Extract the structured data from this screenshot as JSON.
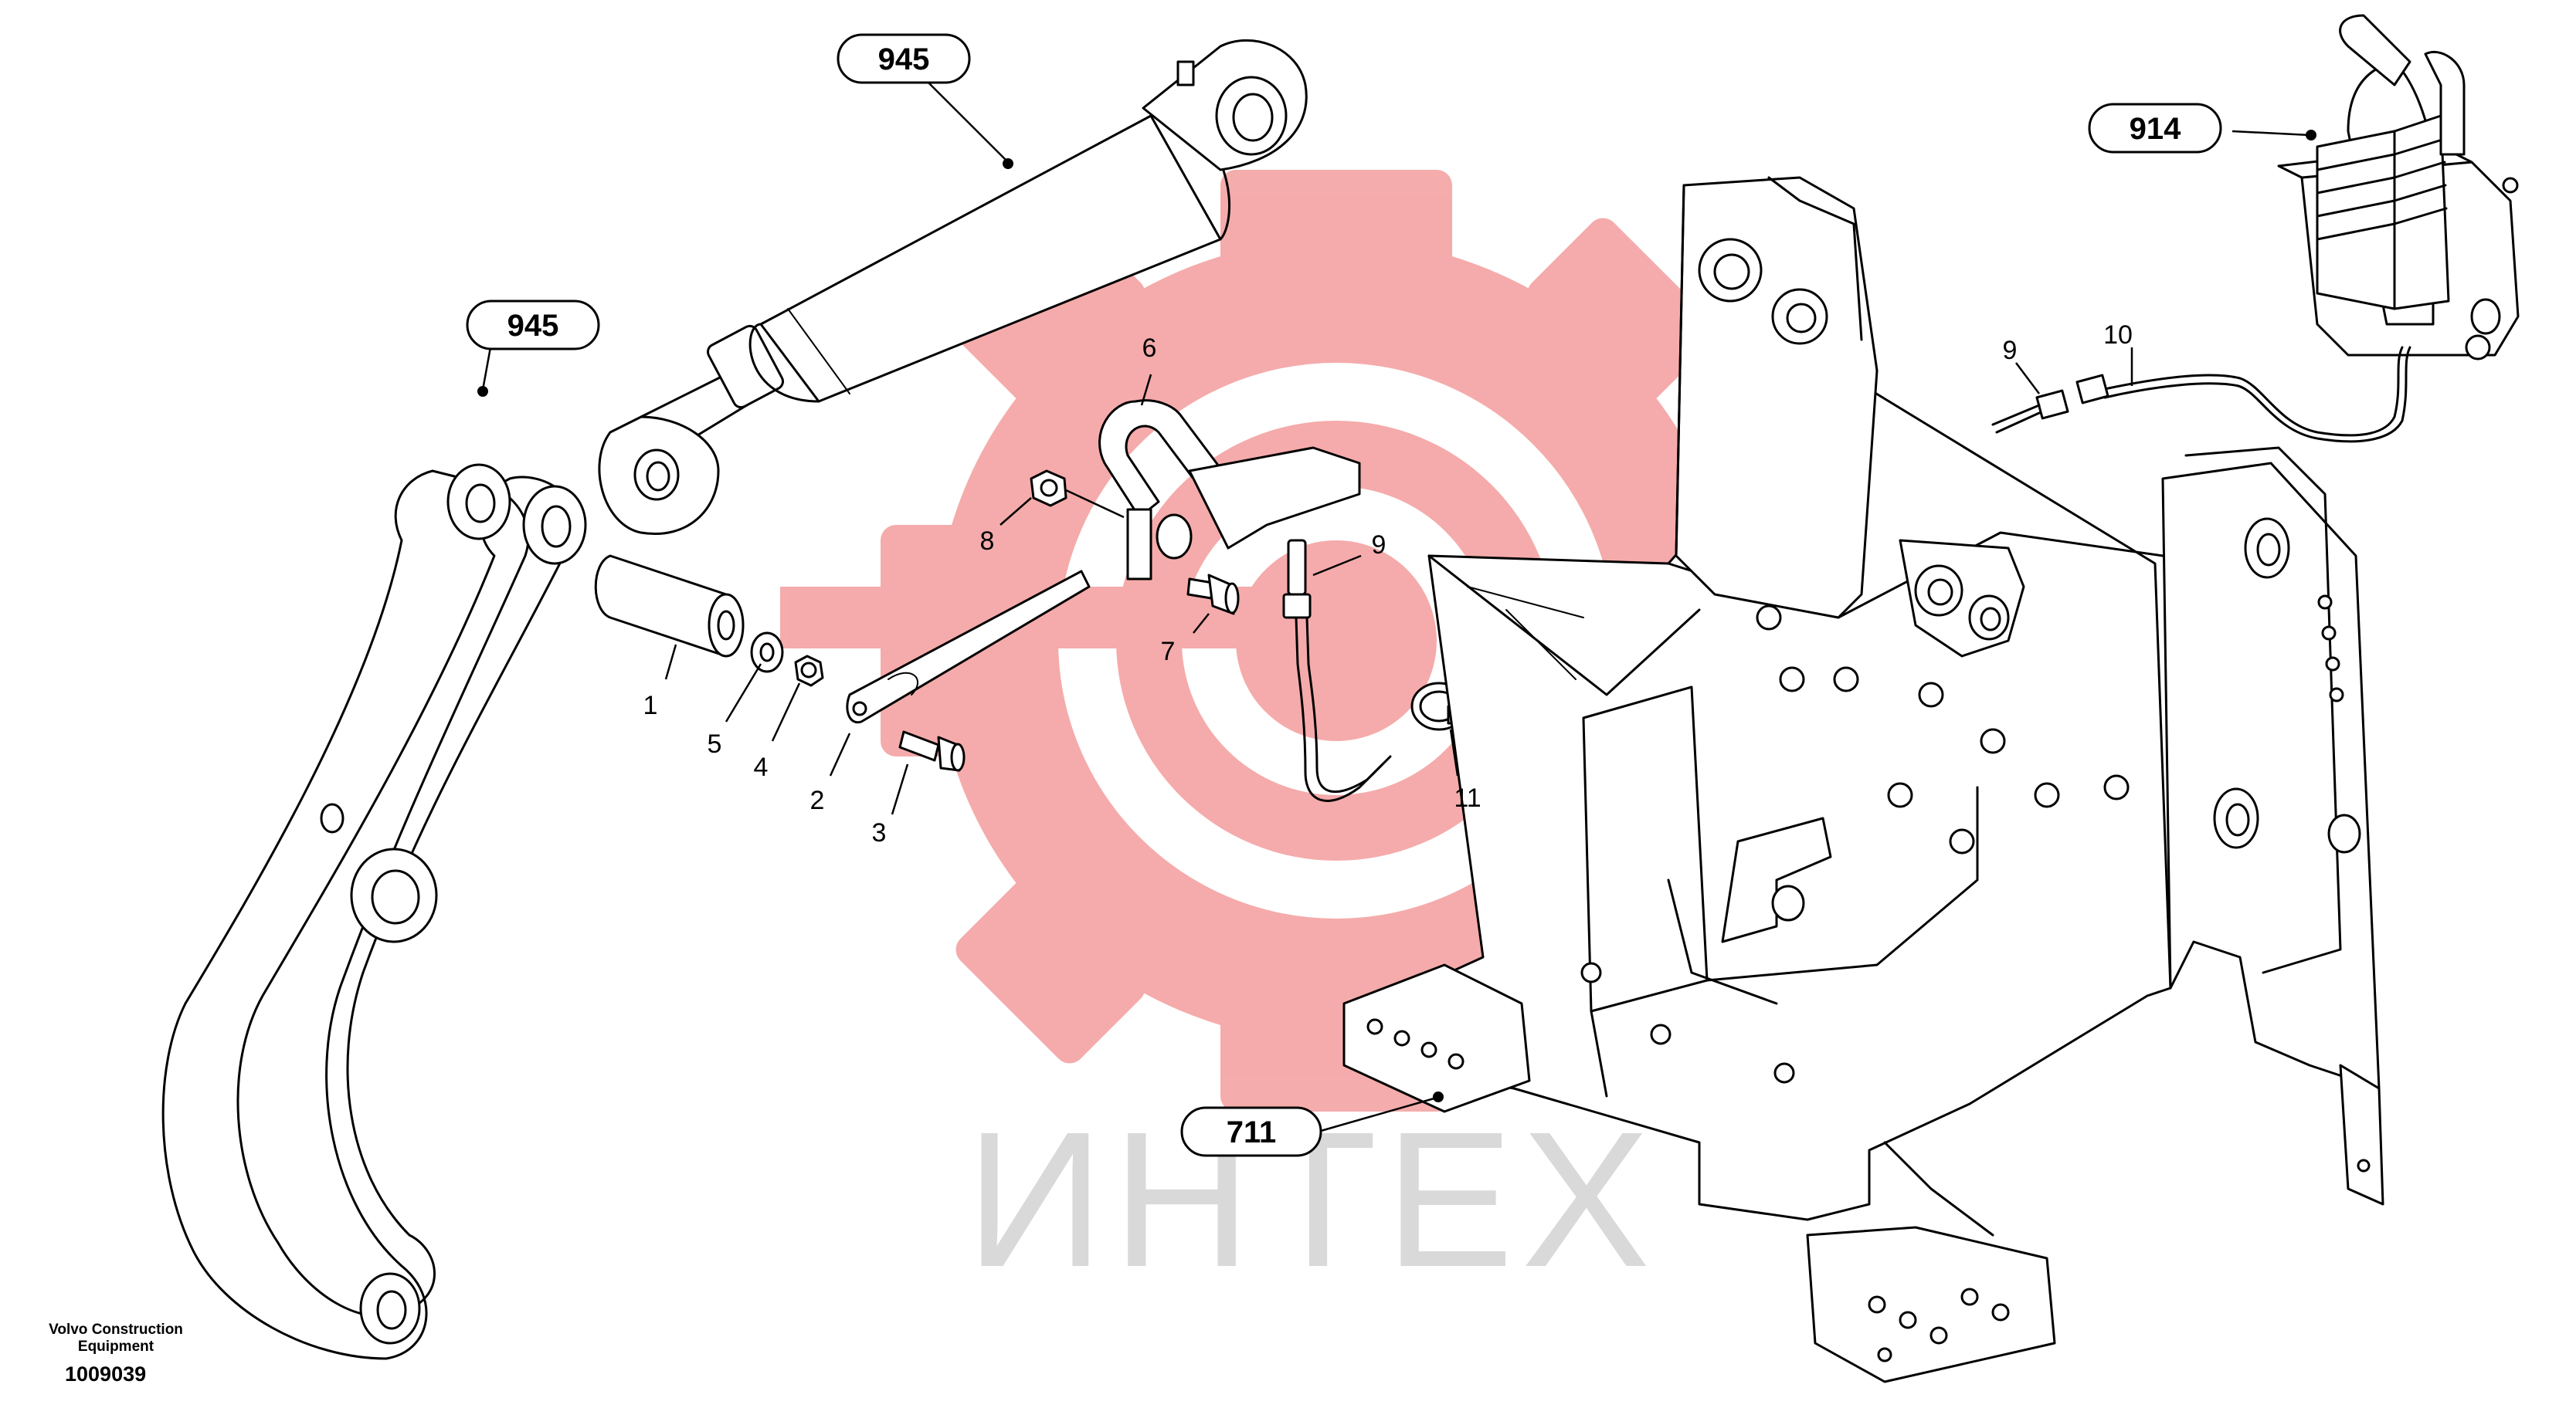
{
  "watermark": {
    "text": "ИНТЕХ",
    "logo": "gear-ring-logo-icon",
    "colors": {
      "logo": "#f4a3a3",
      "text": "#d9d9d9"
    }
  },
  "callouts": {
    "boom_cylinder_top": "945",
    "boom_cylinder_left": "945",
    "control_lever": "914",
    "frame": "711"
  },
  "parts": {
    "p1": "1",
    "p2": "2",
    "p3": "3",
    "p4": "4",
    "p5": "5",
    "p6": "6",
    "p7": "7",
    "p8": "8",
    "p9a": "9",
    "p9b": "9",
    "p10": "10",
    "p11": "11"
  },
  "footer": {
    "brand_line1": "Volvo Construction",
    "brand_line2": "Equipment",
    "code": "1009039"
  }
}
